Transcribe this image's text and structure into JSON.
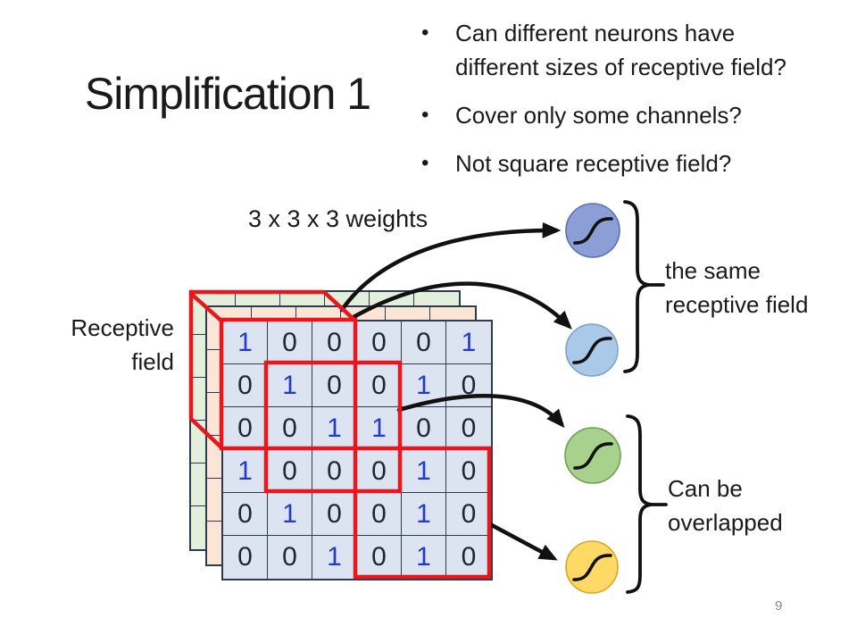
{
  "slide": {
    "title": "Simplification 1",
    "page_number": "9"
  },
  "bullets": {
    "marker": "•",
    "items": [
      {
        "label": "Can different neurons have\ndifferent sizes of receptive field?"
      },
      {
        "label": "Cover only some channels?"
      },
      {
        "label": "Not square receptive field?"
      }
    ]
  },
  "diagram": {
    "weights_label": "3 x 3 x 3 weights",
    "receptive_field_label": "Receptive\nfield",
    "same_receptive_field_label": "the same\nreceptive field",
    "overlap_label": "Can be\noverlapped",
    "grid": {
      "rows": 6,
      "cols": 6,
      "matrix": [
        [
          1,
          0,
          0,
          0,
          0,
          1
        ],
        [
          0,
          1,
          0,
          0,
          1,
          0
        ],
        [
          0,
          0,
          1,
          1,
          0,
          0
        ],
        [
          1,
          0,
          0,
          0,
          1,
          0
        ],
        [
          0,
          1,
          0,
          0,
          1,
          0
        ],
        [
          0,
          0,
          1,
          0,
          1,
          0
        ]
      ]
    },
    "colors": {
      "front_layer": "#dbe4f0",
      "mid_layer": "#fbe5d6",
      "back_layer": "#e2efda",
      "one_digit": "#2339cb",
      "zero_digit": "#1d2736",
      "receptive_box": "#e8161d",
      "arrow": "#111111",
      "brace": "#111111"
    },
    "neurons": [
      {
        "name": "sigmoid-neuron-1",
        "fill": "#8b9fd6",
        "stroke": "#5e70b5"
      },
      {
        "name": "sigmoid-neuron-2",
        "fill": "#aac8e8",
        "stroke": "#7ba2cc"
      },
      {
        "name": "sigmoid-neuron-3",
        "fill": "#a9d18e",
        "stroke": "#6f9e52"
      },
      {
        "name": "sigmoid-neuron-4",
        "fill": "#ffd966",
        "stroke": "#d9a820"
      }
    ]
  }
}
